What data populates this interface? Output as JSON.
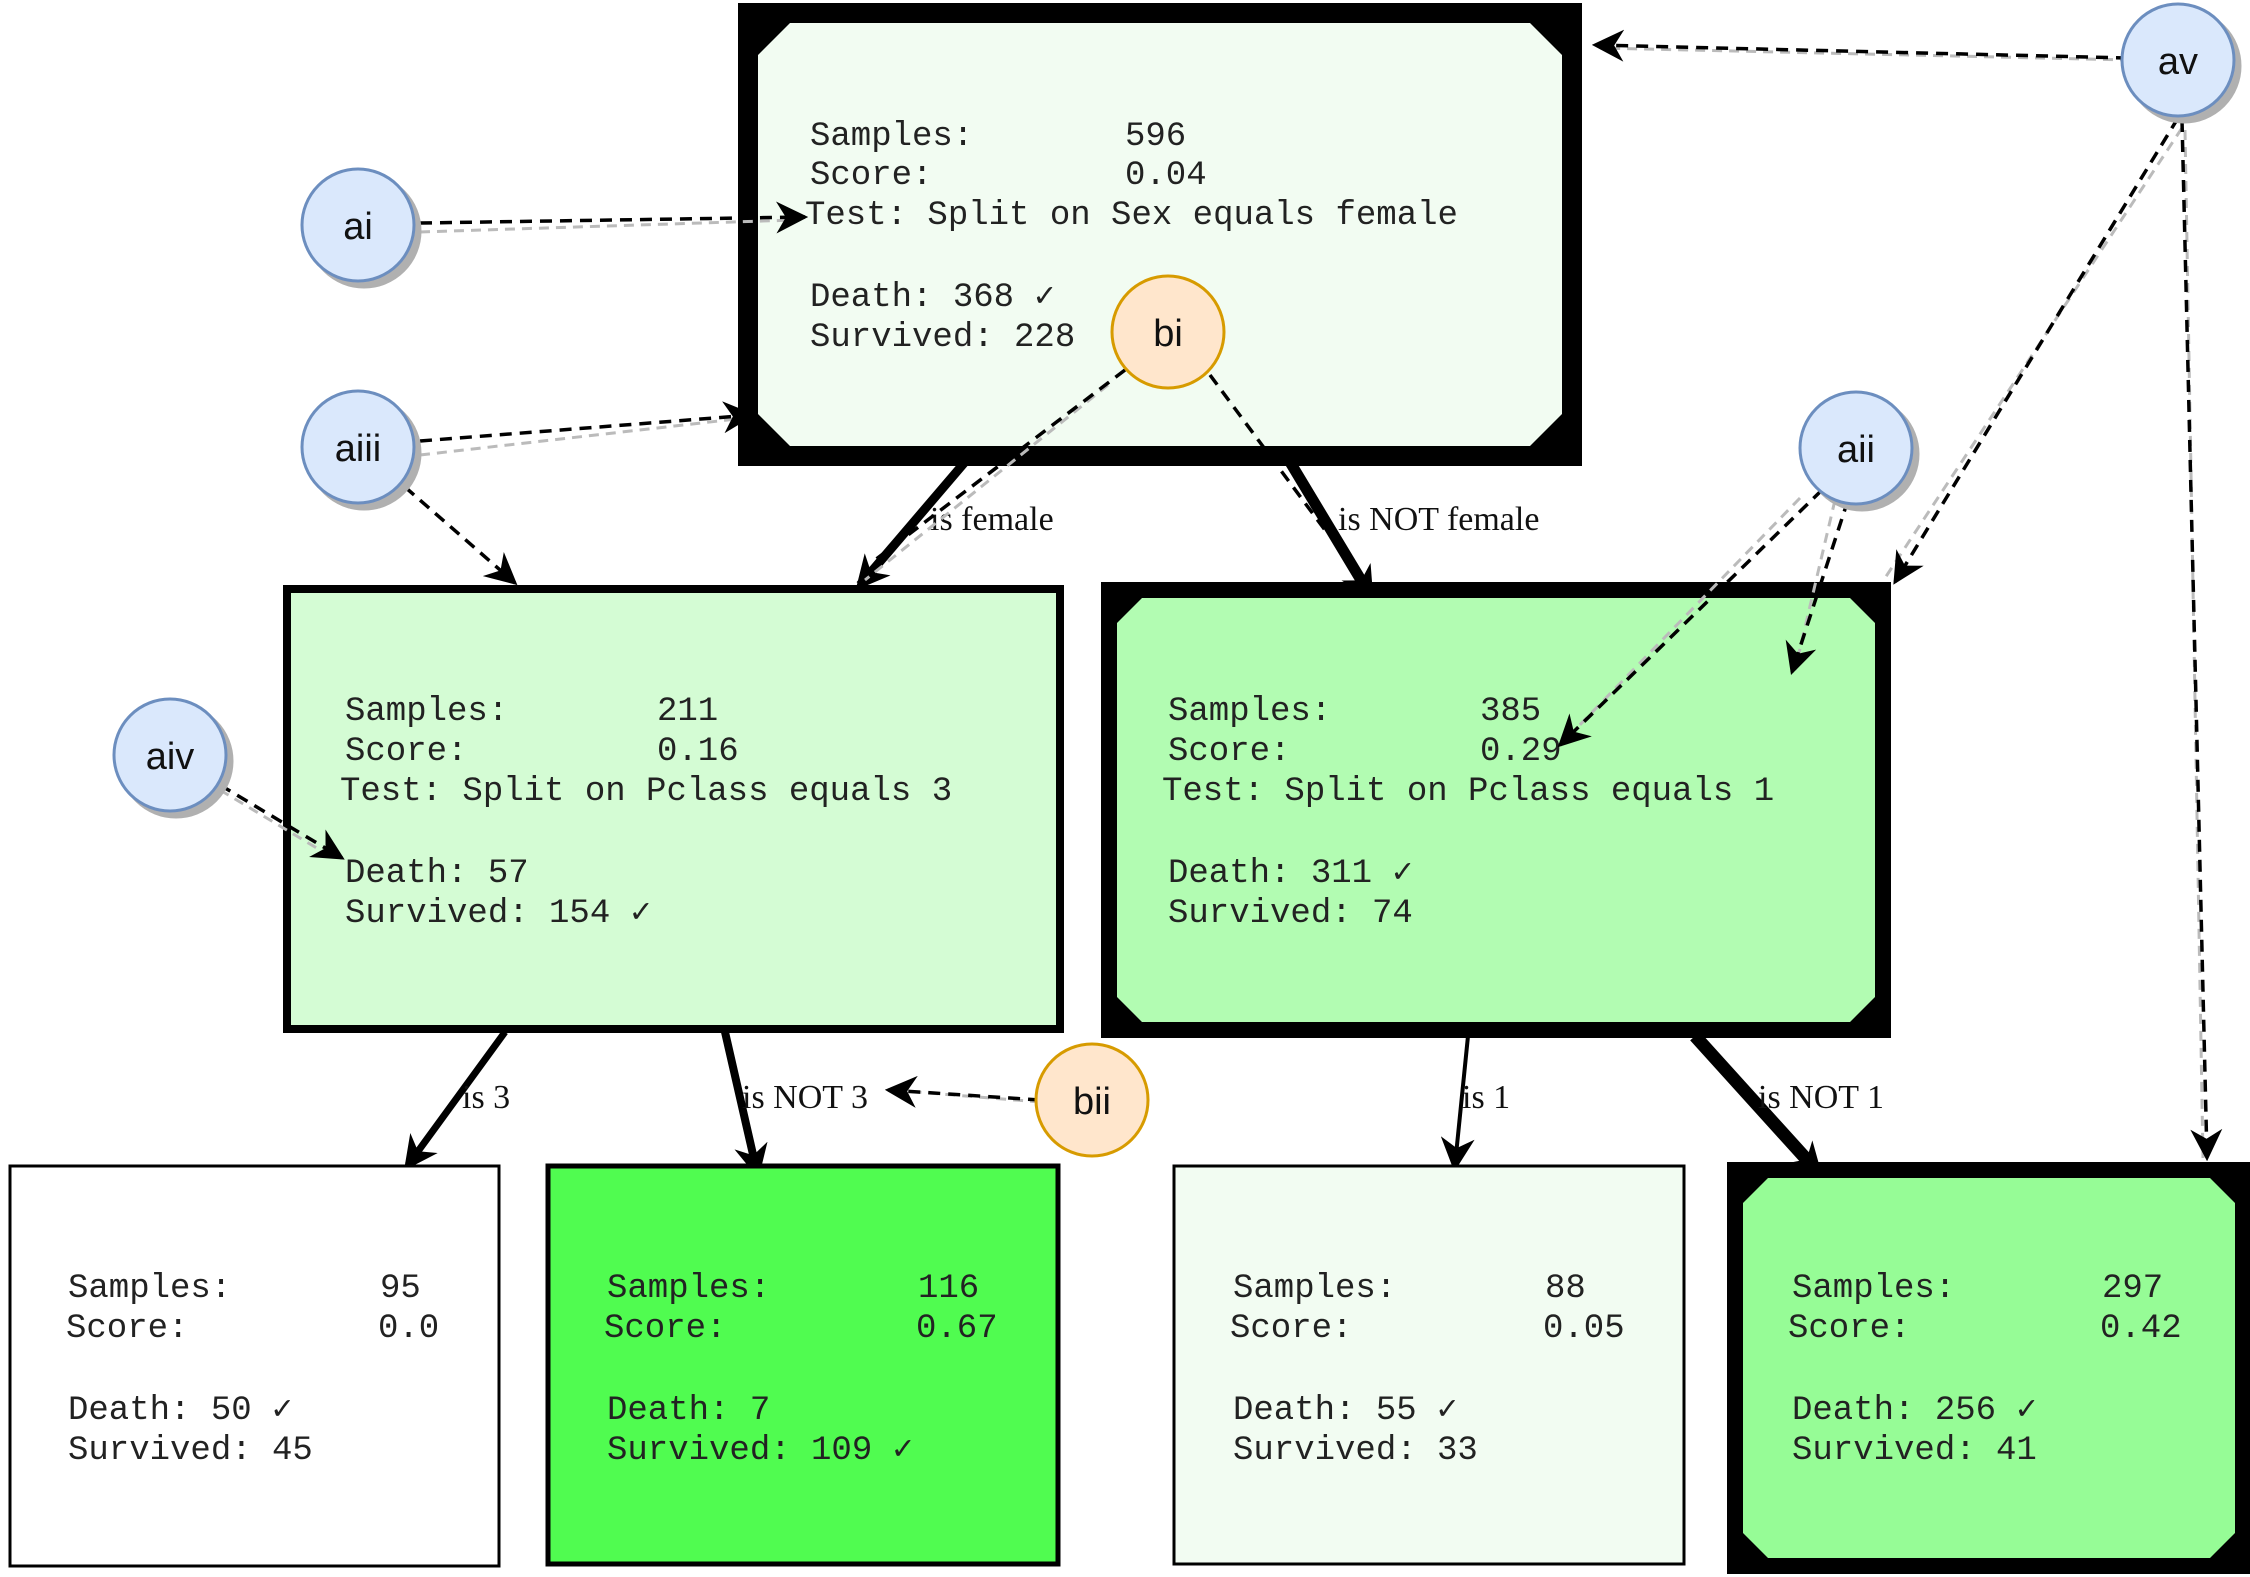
{
  "nodes": {
    "root": {
      "fill": "#f2fcf2",
      "samples_label": "Samples:",
      "samples": "596",
      "score_label": "Score:",
      "score": "0.04",
      "test": "Test: Split on Sex equals female",
      "death": "Death: 368 ✓",
      "survived": "Survived: 228"
    },
    "left": {
      "fill": "#d4fcd4",
      "samples_label": "Samples:",
      "samples": "211",
      "score_label": "Score:",
      "score": "0.16",
      "test": "Test: Split on Pclass equals 3",
      "death": "Death: 57",
      "survived": "Survived: 154 ✓"
    },
    "right": {
      "fill": "#b2fcb2",
      "samples_label": "Samples:",
      "samples": "385",
      "score_label": "Score:",
      "score": "0.29",
      "test": "Test: Split on Pclass equals 1",
      "death": "Death: 311 ✓",
      "survived": "Survived: 74"
    },
    "ll": {
      "fill": "#ffffff",
      "samples_label": "Samples:",
      "samples": "95",
      "score_label": "Score:",
      "score": "0.0",
      "death": "Death: 50 ✓",
      "survived": "Survived: 45"
    },
    "lr": {
      "fill": "#50fc50",
      "samples_label": "Samples:",
      "samples": "116",
      "score_label": "Score:",
      "score": "0.67",
      "death": "Death: 7",
      "survived": "Survived: 109 ✓"
    },
    "rl": {
      "fill": "#f2fcf2",
      "samples_label": "Samples:",
      "samples": "88",
      "score_label": "Score:",
      "score": "0.05",
      "death": "Death: 55 ✓",
      "survived": "Survived: 33"
    },
    "rr": {
      "fill": "#96fc96",
      "samples_label": "Samples:",
      "samples": "297",
      "score_label": "Score:",
      "score": "0.42",
      "death": "Death: 256 ✓",
      "survived": "Survived: 41"
    }
  },
  "edges": {
    "is_female": "is female",
    "is_not_female": "is NOT female",
    "is_3": "is 3",
    "is_not_3": "is NOT 3",
    "is_1": "is 1",
    "is_not_1": "is NOT 1"
  },
  "markers": {
    "ai": "ai",
    "aii": "aii",
    "aiii": "aiii",
    "aiv": "aiv",
    "av": "av",
    "bi": "bi",
    "bii": "bii"
  },
  "colors": {
    "marker_a_fill": "#dae8fc",
    "marker_a_stroke": "#6c8ebf",
    "marker_b_fill": "#ffe6cc",
    "marker_b_stroke": "#d79b00"
  }
}
